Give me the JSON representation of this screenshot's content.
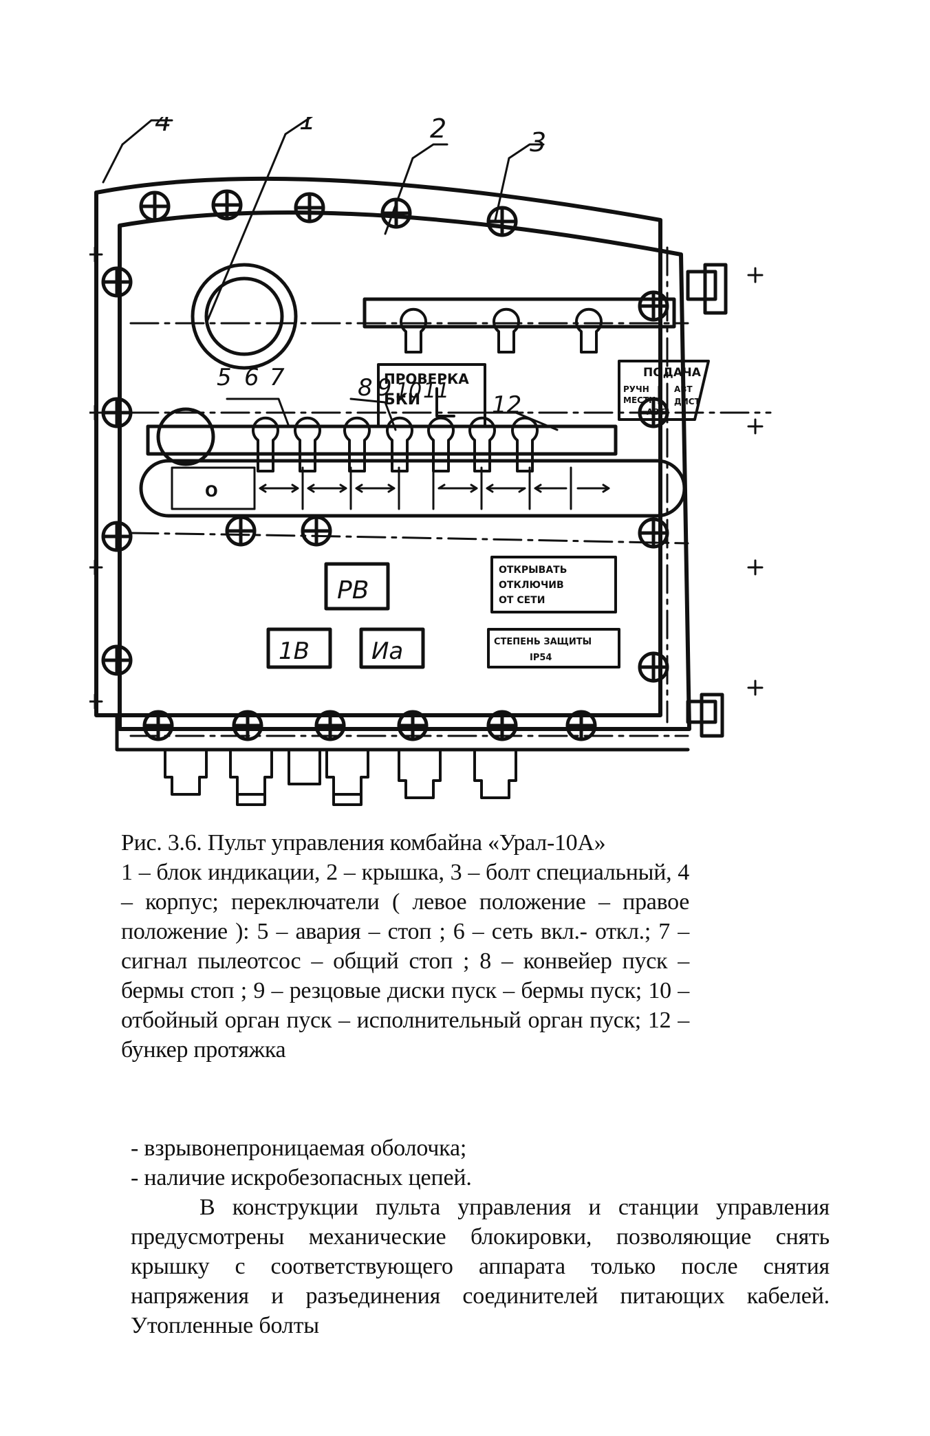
{
  "figure": {
    "callouts": [
      "4",
      "1",
      "2",
      "3",
      "5",
      "6",
      "7",
      "8",
      "9",
      "10",
      "11",
      "12"
    ],
    "plates": {
      "proverka": "ПРОВЕРКА",
      "bki": "БКИ",
      "podacha": "ПОДАЧА",
      "ruchn": "РУЧН",
      "mestn": "МЕСТН",
      "avt1": "АВТ",
      "dist": "ДИСТ",
      "avt2": "АВТ",
      "indicator": "О",
      "rv": "РВ",
      "ib": "1В",
      "ia": "Иа",
      "warn_line1": "ОТКРЫВАТЬ",
      "warn_line2": "ОТКЛЮЧИВ",
      "warn_line3": "ОТ СЕТИ",
      "ip_line1": "СТЕПЕНЬ ЗАЩИТЫ",
      "ip_line2": "IP54"
    }
  },
  "caption": {
    "line1": "Рис. 3.6. Пульт управления комбайна «Урал-10А»",
    "text": "1 – блок индикации, 2 – крышка, 3 – болт специальный, 4 – корпус; переключатели ( левое положение – правое положение ): 5 – авария – стоп ; 6 – сеть вкл.- откл.; 7 – сигнал пылеотсос – общий стоп ; 8 – конвейер пуск – бермы стоп ; 9 – резцовые диски пуск – бермы пуск; 10 – отбойный орган пуск – исполнительный орган пуск; 12 – бункер протяжка"
  },
  "body": {
    "bullet1": "- взрывонепроницаемая оболочка;",
    "bullet2": "- наличие искробезопасных цепей.",
    "paragraph": "В конструкции пульта управления и станции управления предусмотрены механические блокировки, позволяющие снять крышку с соответствующего аппарата только после снятия напряжения и разъединения соединителей питающих кабелей. Утопленные болты"
  }
}
